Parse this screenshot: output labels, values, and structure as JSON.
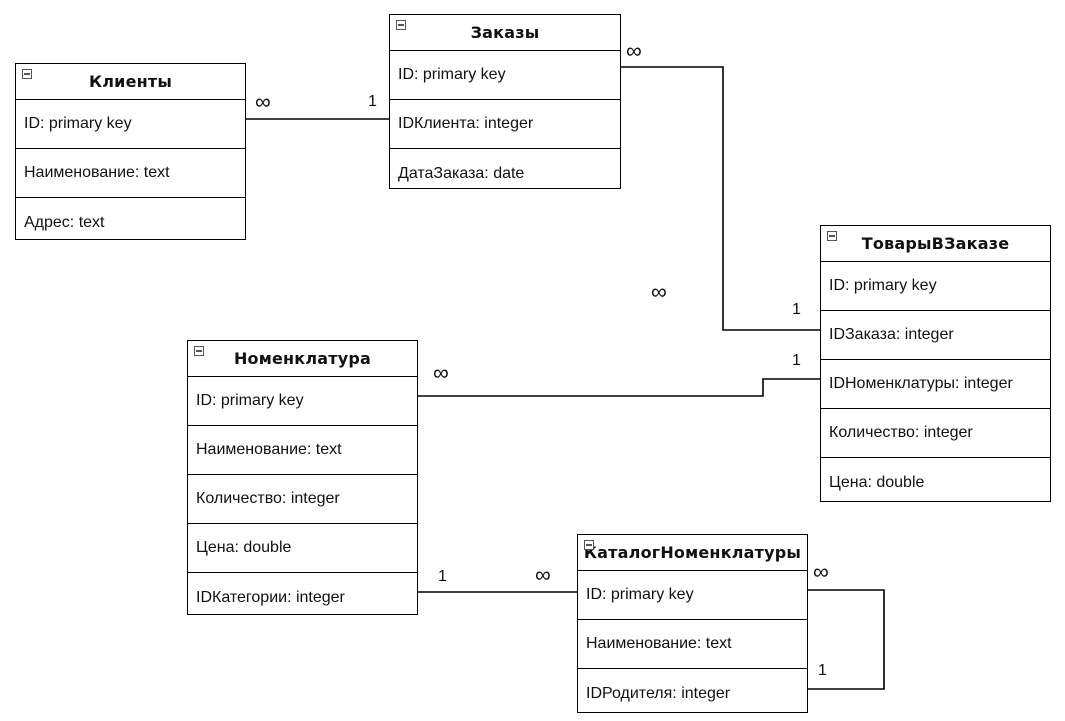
{
  "entities": {
    "clients": {
      "title": "Клиенты",
      "fields": [
        "ID: primary key",
        "Наименование: text",
        "Адрес: text"
      ]
    },
    "orders": {
      "title": "Заказы",
      "fields": [
        "ID: primary key",
        "IDКлиента: integer",
        "ДатаЗаказа: date"
      ]
    },
    "order_items": {
      "title": "ТоварыВЗаказе",
      "fields": [
        "ID: primary key",
        "IDЗаказа: integer",
        "IDНоменклатуры: integer",
        "Количество: integer",
        "Цена: double"
      ]
    },
    "nomenclature": {
      "title": "Номенклатура",
      "fields": [
        "ID: primary key",
        "Наименование: text",
        "Количество: integer",
        "Цена: double",
        "IDКатегории: integer"
      ]
    },
    "catalog": {
      "title": "КаталогНоменклатуры",
      "fields": [
        "ID: primary key",
        "Наименование: text",
        "IDРодителя: integer"
      ]
    }
  },
  "cardinality": {
    "one": "1",
    "many": "∞"
  }
}
